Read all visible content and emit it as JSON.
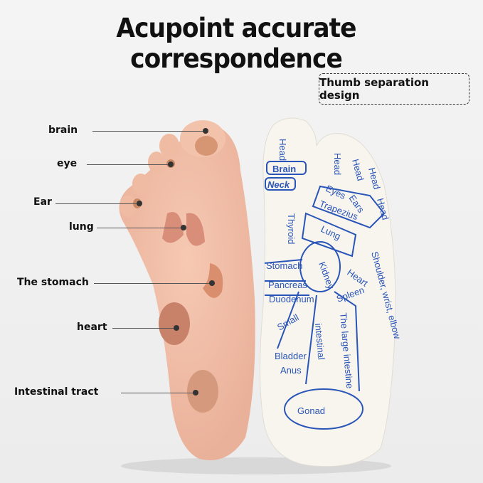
{
  "title": "Acupoint accurate correspondence",
  "callout": "Thumb separation design",
  "foot_labels": [
    "brain",
    "eye",
    "Ear",
    "lung",
    "The stomach",
    "heart",
    "Intestinal tract"
  ],
  "sock_labels": {
    "head1": "Head",
    "brain": "Brain",
    "neck": "Neck",
    "head2": "Head",
    "head3": "Head",
    "head4": "Head",
    "head5": "Head",
    "eyes": "Eyes",
    "ears": "Ears",
    "trapezius": "Trapezius",
    "thyroid": "Thyroid",
    "lung": "Lung",
    "shoulder": "Shoulder, wrist, elbow",
    "stomach": "Stomach",
    "kidney": "Kidney",
    "heart": "Heart",
    "pancreas": "Pancreas",
    "spleen": "Spleen",
    "duodenum": "Duodenum",
    "small": "Small",
    "intestinal": "intestinal",
    "large": "The large intestine",
    "bladder": "Bladder",
    "anus": "Anus",
    "gonad": "Gonad"
  },
  "colors": {
    "sock_ink": "#2a55b8",
    "skin": "#f2c1aa"
  }
}
